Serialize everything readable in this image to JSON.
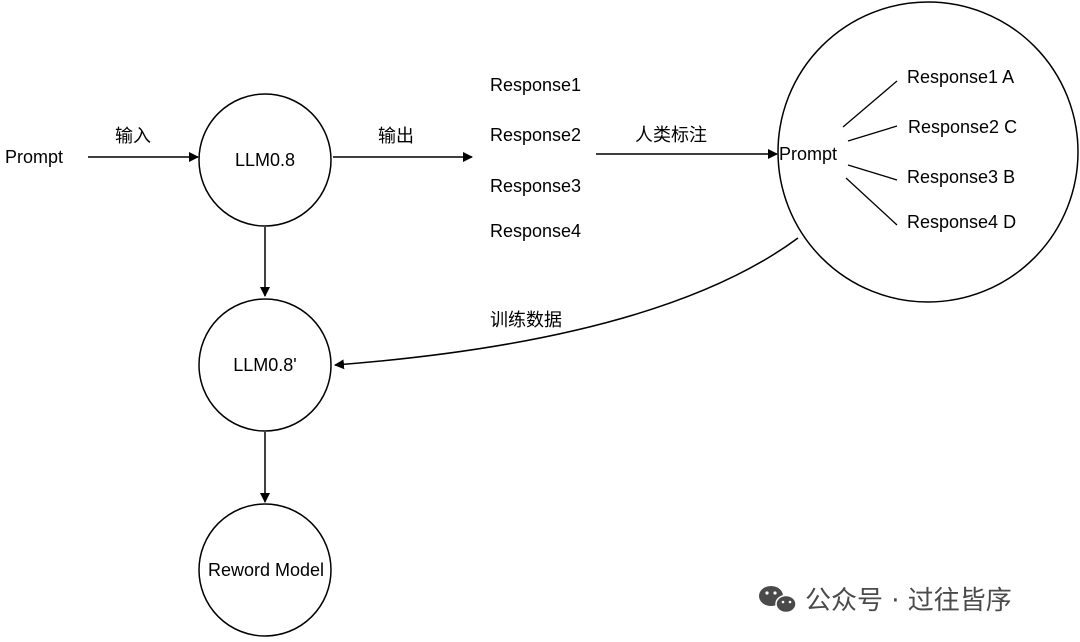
{
  "diagram": {
    "nodes": {
      "prompt_input": "Prompt",
      "llm": "LLM0.8",
      "llm_trained": "LLM0.8'",
      "reward_model": "Reword Model",
      "prompt_ranked": "Prompt"
    },
    "edges": {
      "input": "输入",
      "output": "输出",
      "human_label": "人类标注",
      "training_data": "训练数据"
    },
    "responses": [
      "Response1",
      "Response2",
      "Response3",
      "Response4"
    ],
    "ranked_responses": [
      "Response1 A",
      "Response2 C",
      "Response3 B",
      "Response4 D"
    ]
  },
  "watermark": {
    "text": "公众号 · 过往皆序",
    "icon": "wechat-icon"
  },
  "colors": {
    "stroke": "#000000",
    "text": "#000000",
    "watermark": "#4a4a4a"
  }
}
